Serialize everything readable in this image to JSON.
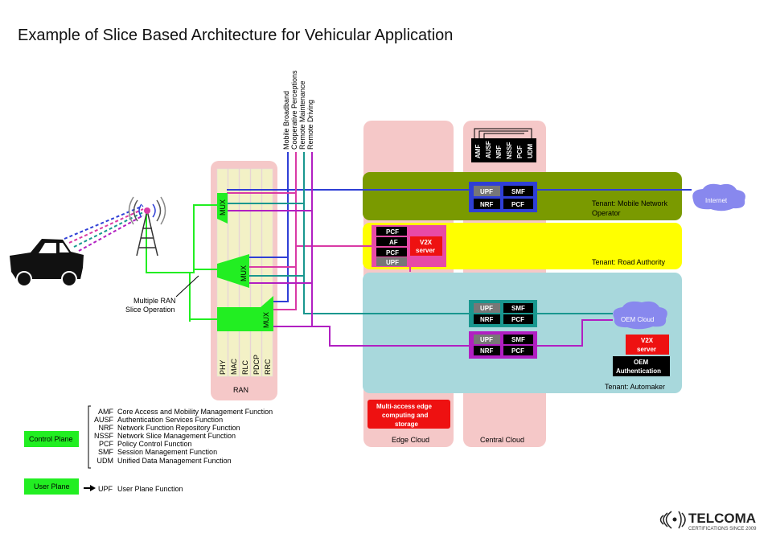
{
  "title": "Example of Slice Based Architecture for Vehicular Application",
  "colors": {
    "mbb": "#2f3fd6",
    "coop": "#d93aa6",
    "maint": "#19978f",
    "drive": "#b11fc2",
    "ctrl": "#22ee22",
    "operator": "#7a9a00",
    "road": "#ffff00",
    "automaker": "#a8d8dc",
    "cloud_col": "#f5c8c8",
    "red_box": "#ee1111"
  },
  "services": [
    "Mobile Broadband",
    "Cooperative Perceptions",
    "Remote Maintenance",
    "Remote Driving"
  ],
  "ran": {
    "label": "RAN",
    "layers": [
      "PHY",
      "MAC",
      "RLC",
      "PDCP",
      "RRC"
    ],
    "mux": "MUX"
  },
  "multi_ran_label": [
    "Multiple RAN",
    "Slice Operation"
  ],
  "edge_cloud": {
    "label": "Edge Cloud",
    "mec": [
      "Multi-access edge",
      "computing and",
      "storage"
    ]
  },
  "central_cloud": {
    "label": "Central Cloud",
    "functions": [
      "AMF",
      "AUSF",
      "NRF",
      "NSSF",
      "PCF",
      "UDM"
    ]
  },
  "tenants": {
    "operator": [
      "Tenant: Mobile Network",
      "Operator"
    ],
    "road": "Tenant: Road Authority",
    "automaker": "Tenant: Automaker"
  },
  "nf_block": {
    "upf": "UPF",
    "smf": "SMF",
    "nrf": "NRF",
    "pcf": "PCF"
  },
  "road_nfs": [
    "PCF",
    "AF",
    "PCF",
    "UPF"
  ],
  "v2x": [
    "V2X",
    "server"
  ],
  "internet": "Internet",
  "oem_cloud": "OEM Cloud",
  "oem_auth": [
    "OEM",
    "Authentication"
  ],
  "legend": {
    "control_plane": "Control Plane",
    "user_plane": "User Plane",
    "items": [
      {
        "abbr": "AMF",
        "desc": "Core Access and Mobility Management Function"
      },
      {
        "abbr": "AUSF",
        "desc": "Authentication Services Function"
      },
      {
        "abbr": "NRF",
        "desc": "Network Function Repository Function"
      },
      {
        "abbr": "NSSF",
        "desc": "Network Slice Management Function"
      },
      {
        "abbr": "PCF",
        "desc": "Policy Control Function"
      },
      {
        "abbr": "SMF",
        "desc": "Session Management Function"
      },
      {
        "abbr": "UDM",
        "desc": "Unified Data Management Function"
      }
    ],
    "upf_abbr": "UPF",
    "upf_desc": "User Plane Function"
  },
  "logo": {
    "name": "TELCOMA",
    "tagline": "CERTIFICATIONS SINCE 2009"
  }
}
